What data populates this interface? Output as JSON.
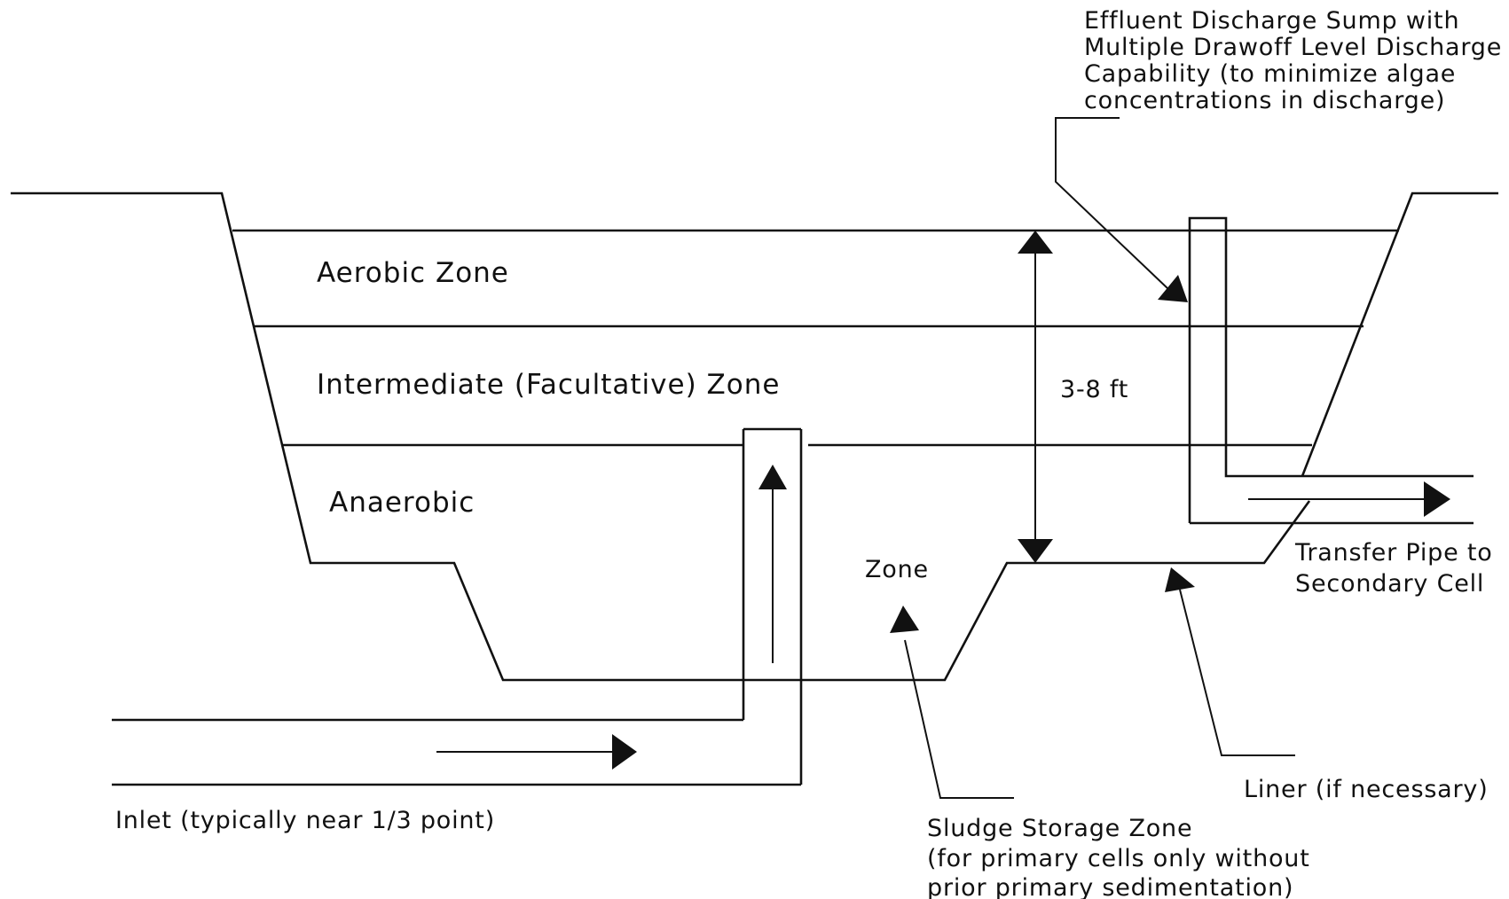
{
  "zones": {
    "aerobic": "Aerobic Zone",
    "intermediate": "Intermediate (Facultative) Zone",
    "anaerobic": "Anaerobic",
    "zone": "Zone"
  },
  "depth_label": "3-8 ft",
  "callouts": {
    "effluent": [
      "Effluent Discharge Sump with",
      "Multiple Drawoff Level Discharge",
      "Capability (to minimize algae",
      "concentrations in discharge)"
    ],
    "transfer": [
      "Transfer Pipe to",
      "Secondary Cell"
    ],
    "liner": "Liner (if necessary)",
    "inlet": "Inlet (typically near 1/3 point)",
    "sludge": [
      "Sludge Storage Zone",
      "(for primary cells only without",
      "prior primary sedimentation)"
    ]
  }
}
